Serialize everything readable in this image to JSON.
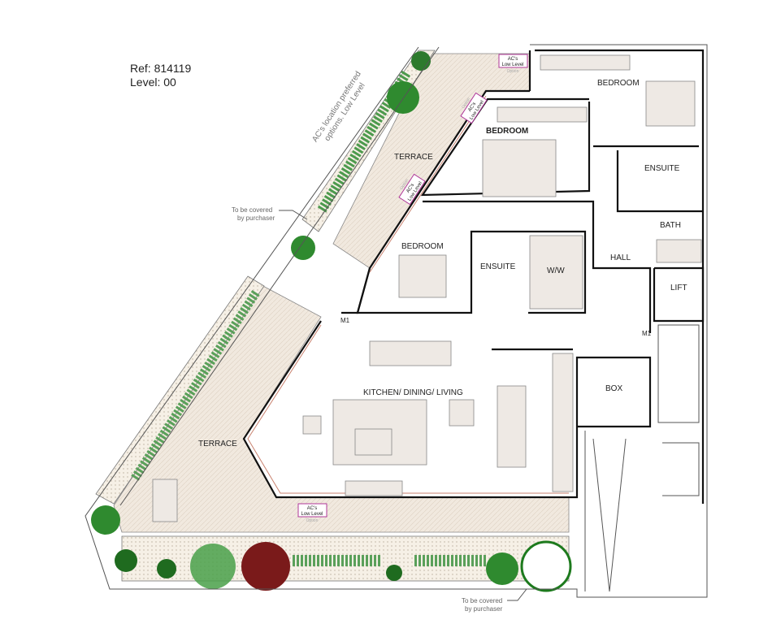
{
  "header": {
    "ref": "Ref: 814119",
    "level": "Level: 00"
  },
  "notes": {
    "ac_preferred_line1": "AC's location preferred",
    "ac_preferred_line2": "options. Low Level",
    "covered_line1": "To be covered",
    "covered_line2": "by purchaser"
  },
  "ac_tag": {
    "line1": "AC's",
    "line2": "Low Level",
    "option": "Option"
  },
  "rooms": {
    "terrace": "TERRACE",
    "bedroom": "BEDROOM",
    "ensuite": "ENSUITE",
    "bath": "BATH",
    "hall": "HALL",
    "ww": "W/W",
    "lift": "LIFT",
    "m1": "M1",
    "box": "BOX",
    "kitchen": "KITCHEN/ DINING/ LIVING"
  },
  "colors": {
    "terrace_fill": "#efe7dd",
    "planter_green": "#3f8f3f",
    "ac_tag_border": "#b0389a",
    "wall": "#111111"
  }
}
